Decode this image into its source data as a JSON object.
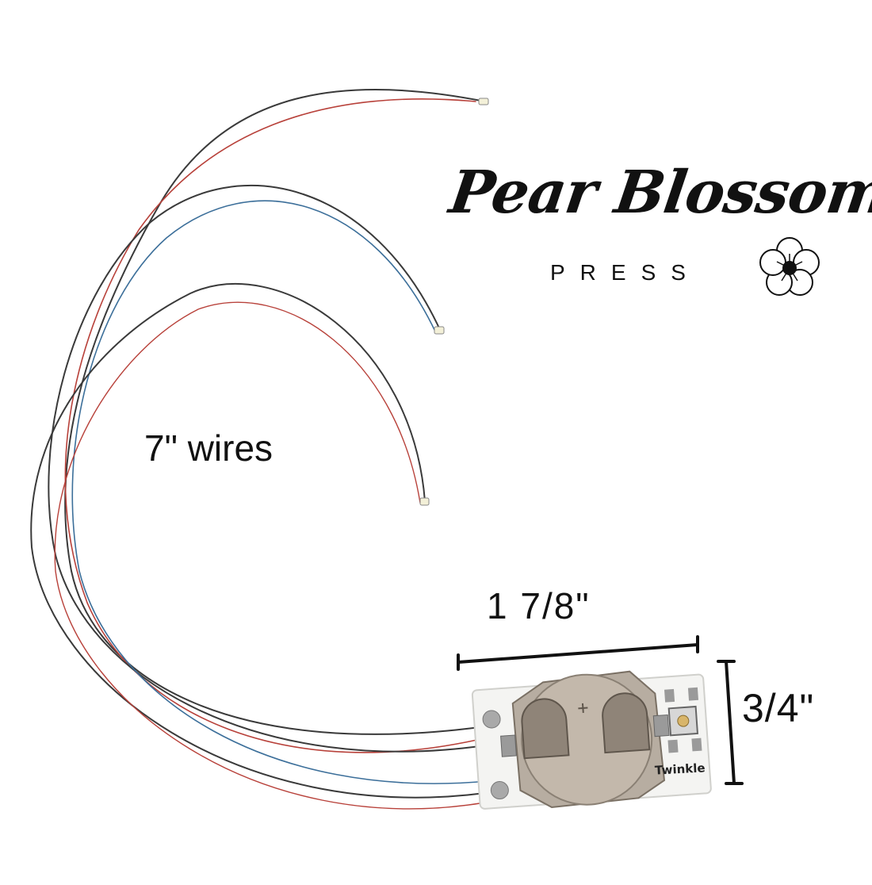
{
  "brand": {
    "title": "Pear Blossom",
    "subtitle": "PRESS"
  },
  "labels": {
    "wire_length": "7\" wires",
    "width": "1 7/8\"",
    "height": "3/4\""
  },
  "board": {
    "silkscreen": "Twinkle"
  },
  "colors": {
    "wire_dark": "#3a3a3a",
    "wire_red": "#b8413a",
    "wire_blue": "#3c6f9a",
    "battery_holder": "#b7ada1",
    "board": "#f4f4f2"
  }
}
